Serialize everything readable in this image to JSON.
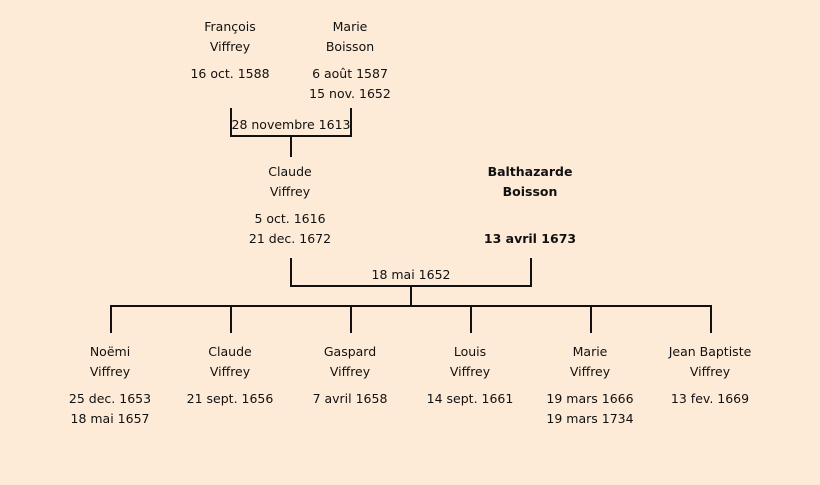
{
  "grandparents": {
    "father": {
      "first": "François",
      "last": "Viffrey",
      "dates": [
        "16 oct. 1588"
      ]
    },
    "mother": {
      "first": "Marie",
      "last": "Boisson",
      "dates": [
        "6 août 1587",
        "15 nov. 1652"
      ]
    },
    "marriage": "28 novembre 1613"
  },
  "parents": {
    "father": {
      "first": "Claude",
      "last": "Viffrey",
      "dates": [
        "5 oct. 1616",
        "21 dec. 1672"
      ]
    },
    "mother": {
      "first": "Balthazarde",
      "last": "Boisson",
      "dates": [
        "",
        "13 avril 1673"
      ]
    },
    "marriage": "18 mai 1652"
  },
  "children": [
    {
      "first": "Noëmi",
      "last": "Viffrey",
      "dates": [
        "25 dec. 1653",
        "18 mai 1657"
      ]
    },
    {
      "first": "Claude",
      "last": "Viffrey",
      "dates": [
        "21 sept. 1656"
      ]
    },
    {
      "first": "Gaspard",
      "last": "Viffrey",
      "dates": [
        "7 avril 1658"
      ]
    },
    {
      "first": "Louis",
      "last": "Viffrey",
      "dates": [
        "14 sept. 1661"
      ]
    },
    {
      "first": "Marie",
      "last": "Viffrey",
      "dates": [
        "19 mars 1666",
        "19 mars 1734"
      ]
    },
    {
      "first": "Jean Baptiste",
      "last": "Viffrey",
      "dates": [
        "13 fev. 1669"
      ]
    }
  ]
}
